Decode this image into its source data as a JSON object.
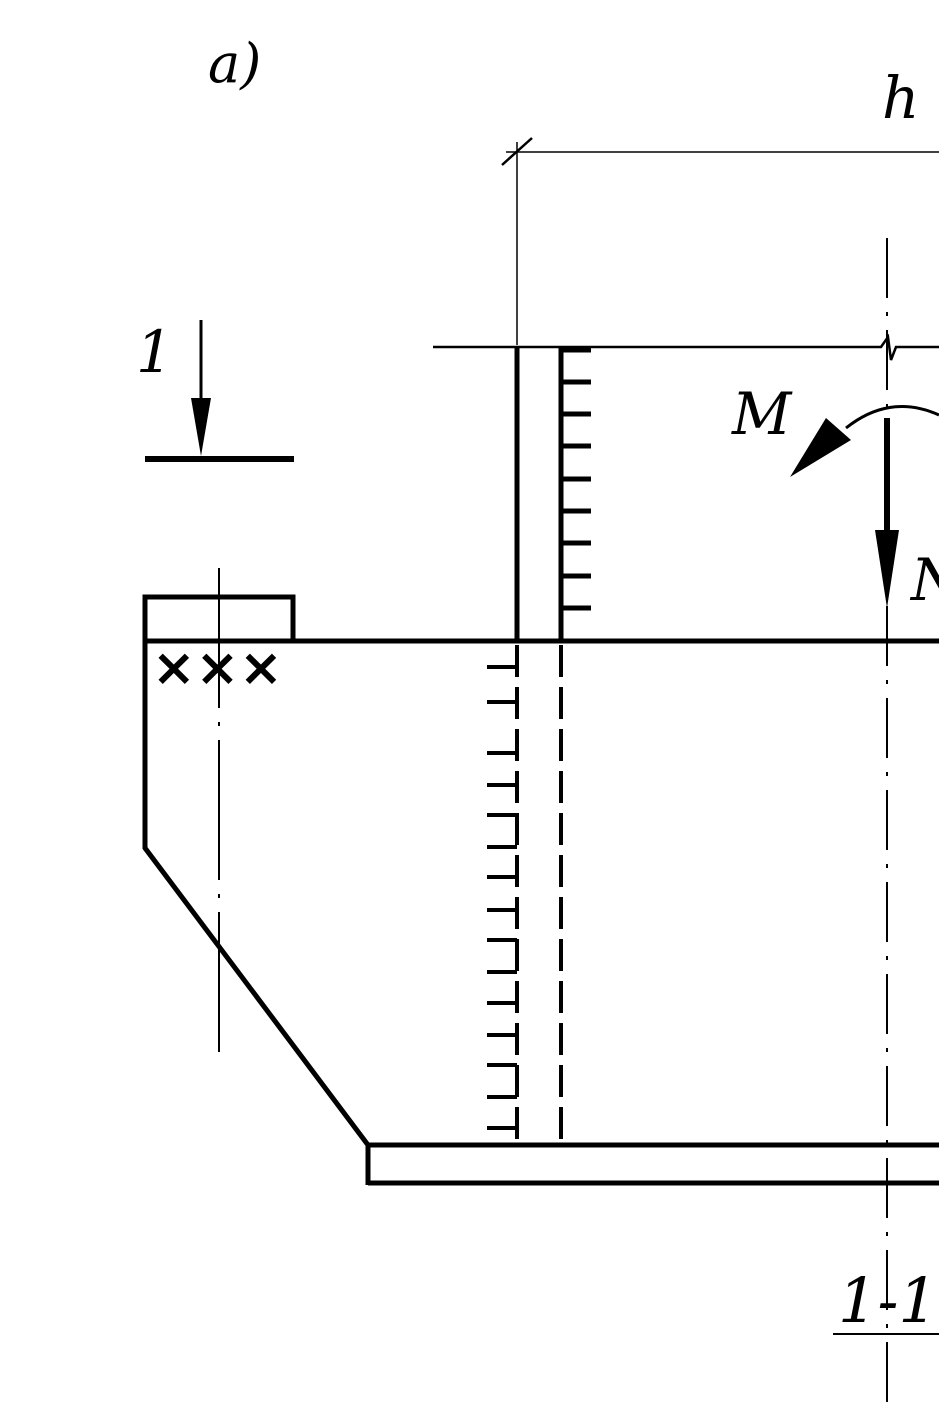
{
  "labels": {
    "view": "a)",
    "height_dim": "h",
    "section_marker": "1",
    "moment": "M",
    "axial_force": "N",
    "section_name": "1-1"
  },
  "weld_marks": "×××"
}
